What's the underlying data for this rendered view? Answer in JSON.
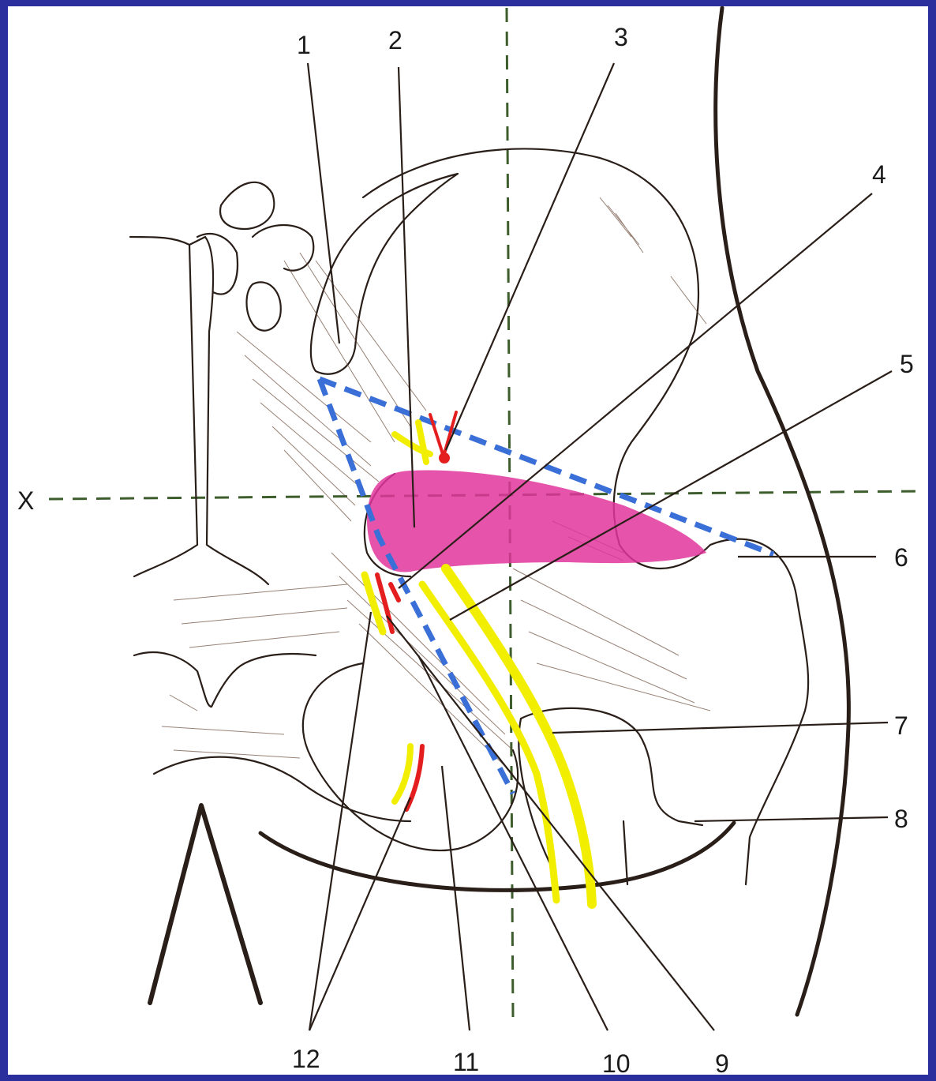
{
  "diagram": {
    "axis_marker": "X",
    "labels_right": [
      "3",
      "4",
      "5",
      "6",
      "7",
      "8"
    ],
    "labels_top": [
      "1",
      "2"
    ],
    "labels_bottom": [
      "12",
      "11",
      "10",
      "9"
    ],
    "colors": {
      "background_border": "#2b2f9e",
      "pink_region": "#e0359c",
      "nerve_yellow": "#f2ee00",
      "vessel_red": "#e41e1e",
      "dashed_triangle": "#3a6fd8",
      "axis_lines": "#3d5e2c"
    }
  }
}
